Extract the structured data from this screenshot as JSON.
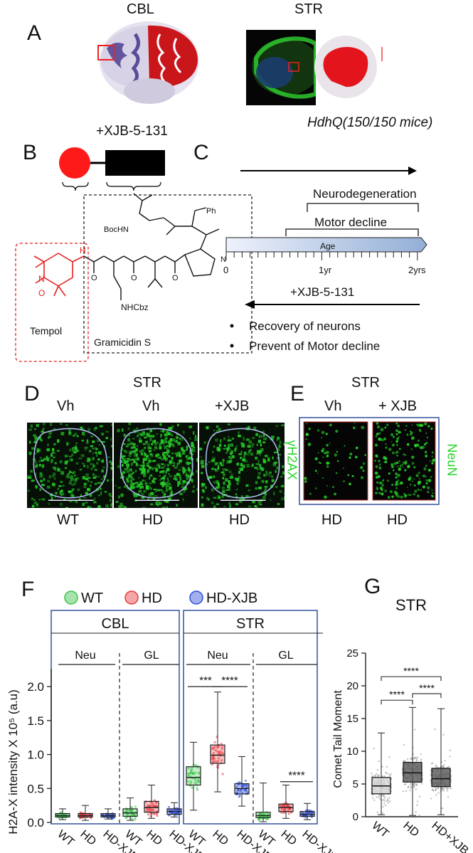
{
  "panels": {
    "A": {
      "label": "A",
      "cbl_title": "CBL",
      "str_title": "STR",
      "mouse_caption": "HdhQ(150/150 mice)"
    },
    "B": {
      "label": "B",
      "compound": "+XJB-5-131",
      "tempol_label": "Tempol",
      "gramicidin_label": "Gramicidin S",
      "atoms": {
        "ph": "Ph",
        "bochn": "BocHN",
        "nhcbz": "NHCbz",
        "o_radical": "O",
        "n_ring": "N",
        "h": "H",
        "o": "O",
        "n": "N"
      }
    },
    "C": {
      "label": "C",
      "neurodegeneration": "Neurodegeneration",
      "motor_decline": "Motor decline",
      "age": "Age",
      "ticks": [
        "0",
        "1yr",
        "2yrs"
      ],
      "treatment": "+XJB-5-131",
      "bullets": [
        "Recovery of neurons",
        "Prevent of Motor decline"
      ]
    },
    "D": {
      "label": "D",
      "region": "STR",
      "columns": [
        {
          "top": "Vh",
          "bottom": "WT"
        },
        {
          "top": "Vh",
          "bottom": "HD"
        },
        {
          "top": "+XJB",
          "bottom": "HD"
        }
      ]
    },
    "E": {
      "label": "E",
      "region": "STR",
      "columns": [
        {
          "top": "Vh",
          "bottom": "HD"
        },
        {
          "top": "+ XJB",
          "bottom": "HD"
        }
      ],
      "left_marker": "γH2AX",
      "right_marker": "NeuN"
    },
    "F": {
      "label": "F"
    },
    "G": {
      "label": "G"
    }
  },
  "colors": {
    "wt": "#3cc34a",
    "hd": "#e8393f",
    "hdxjb": "#2f4fd8",
    "stain_green": "#27d22a",
    "frame_blue": "#34509a",
    "cbl_red": "#c9161b",
    "cbl_purple": "#3b2b86"
  },
  "chart_data": [
    {
      "type": "box",
      "panel": "F",
      "ylabel": "H2A-X intensity X 10⁵ (a.u)",
      "ylim": [
        0,
        2.2
      ],
      "yticks": [
        "0.0",
        "0.5",
        "1.0",
        "1.5",
        "2.0"
      ],
      "legend": [
        "WT",
        "HD",
        "HD-XJB"
      ],
      "groups": [
        {
          "region": "CBL",
          "subgroups": [
            "Neu",
            "GL"
          ]
        },
        {
          "region": "STR",
          "subgroups": [
            "Neu",
            "GL"
          ]
        }
      ],
      "x_labels": [
        "WT",
        "HD",
        "HD-XJB",
        "WT",
        "HD",
        "HD-XJB",
        "WT",
        "HD",
        "HD-XJB",
        "WT",
        "HD",
        "HD-XJB"
      ],
      "boxes": [
        {
          "series": "WT",
          "q1": 0.08,
          "median": 0.1,
          "q3": 0.13,
          "min": 0.04,
          "max": 0.2
        },
        {
          "series": "HD",
          "q1": 0.08,
          "median": 0.1,
          "q3": 0.13,
          "min": 0.03,
          "max": 0.25
        },
        {
          "series": "HD-XJB",
          "q1": 0.08,
          "median": 0.1,
          "q3": 0.13,
          "min": 0.05,
          "max": 0.2
        },
        {
          "series": "WT",
          "q1": 0.09,
          "median": 0.14,
          "q3": 0.2,
          "min": 0.03,
          "max": 0.36
        },
        {
          "series": "HD",
          "q1": 0.15,
          "median": 0.22,
          "q3": 0.31,
          "min": 0.06,
          "max": 0.55
        },
        {
          "series": "HD-XJB",
          "q1": 0.12,
          "median": 0.16,
          "q3": 0.2,
          "min": 0.08,
          "max": 0.29
        },
        {
          "series": "WT",
          "q1": 0.55,
          "median": 0.66,
          "q3": 0.82,
          "min": 0.18,
          "max": 1.18
        },
        {
          "series": "HD",
          "q1": 0.87,
          "median": 0.99,
          "q3": 1.14,
          "min": 0.45,
          "max": 1.92
        },
        {
          "series": "HD-XJB",
          "q1": 0.42,
          "median": 0.5,
          "q3": 0.57,
          "min": 0.24,
          "max": 0.97
        },
        {
          "series": "WT",
          "q1": 0.07,
          "median": 0.1,
          "q3": 0.15,
          "min": 0.01,
          "max": 0.58
        },
        {
          "series": "HD",
          "q1": 0.16,
          "median": 0.22,
          "q3": 0.27,
          "min": 0.06,
          "max": 0.55
        },
        {
          "series": "HD-XJB",
          "q1": 0.09,
          "median": 0.12,
          "q3": 0.16,
          "min": 0.04,
          "max": 0.28
        }
      ],
      "significance": [
        {
          "from": 6,
          "to": 7,
          "label": "***"
        },
        {
          "from": 7,
          "to": 8,
          "label": "****"
        },
        {
          "from": 10,
          "to": 11,
          "label": "****"
        }
      ]
    },
    {
      "type": "box",
      "panel": "G",
      "title": "STR",
      "ylabel": "Comet Tail Moment",
      "ylim": [
        0,
        25
      ],
      "yticks": [
        "0",
        "5",
        "10",
        "15",
        "20",
        "25"
      ],
      "categories": [
        "WT",
        "HD",
        "HD+XJB"
      ],
      "boxes": [
        {
          "q1": 3.5,
          "median": 4.7,
          "q3": 6.0,
          "min": 0.3,
          "max": 12.8
        },
        {
          "q1": 5.3,
          "median": 6.7,
          "q3": 8.3,
          "min": 0.2,
          "max": 16.7
        },
        {
          "q1": 4.6,
          "median": 5.8,
          "q3": 7.4,
          "min": 0.3,
          "max": 16.5
        }
      ],
      "significance": [
        {
          "from": 0,
          "to": 1,
          "label": "****"
        },
        {
          "from": 0,
          "to": 2,
          "label": "****"
        },
        {
          "from": 1,
          "to": 2,
          "label": "****"
        }
      ]
    }
  ]
}
